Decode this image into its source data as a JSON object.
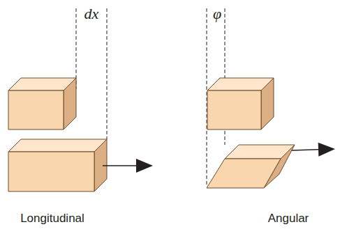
{
  "diagram": {
    "labels": [
      "dx",
      "φ",
      "Longitudinal",
      "Angular"
    ]
  }
}
